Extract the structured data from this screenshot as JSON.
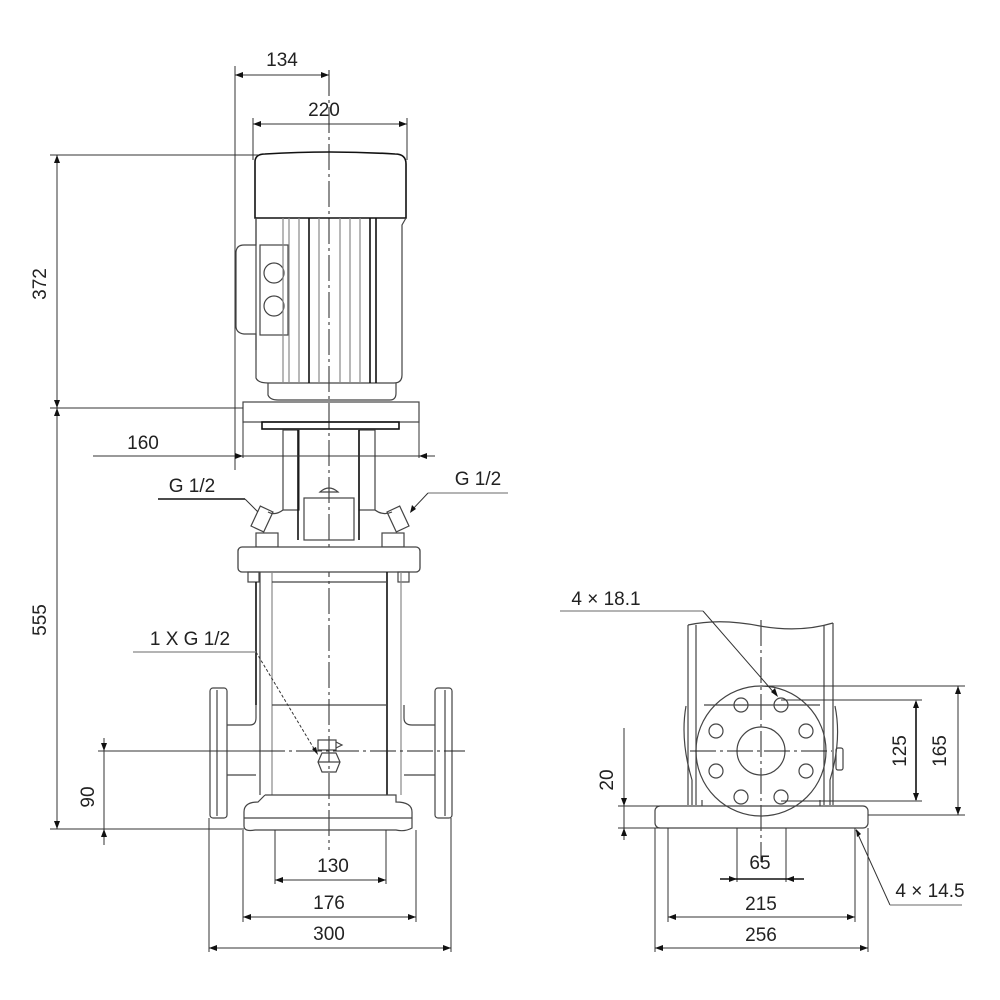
{
  "drawing": {
    "title": "Vertical multistage pump dimensional drawing",
    "colors": {
      "line": "#444444",
      "dim": "#333333",
      "text": "#222222",
      "background": "#ffffff"
    },
    "front_view": {
      "dims": {
        "motor_offset": "134",
        "motor_width": "220",
        "motor_height": "372",
        "pump_height": "555",
        "coupling_width": "160",
        "port_height": "90",
        "base_inner": "130",
        "base_mid": "176",
        "flange_span": "300"
      },
      "callouts": {
        "vent_left": "G 1/2",
        "vent_right": "G 1/2",
        "drain": "1 X G 1/2"
      }
    },
    "side_view": {
      "dims": {
        "flange_holes": "4 × 18.1",
        "bolt_circle": "125",
        "flange_diameter": "165",
        "base_thickness": "20",
        "port_bore": "65",
        "base_hole_spacing": "215",
        "base_width": "256",
        "base_holes": "4 × 14.5"
      }
    }
  }
}
